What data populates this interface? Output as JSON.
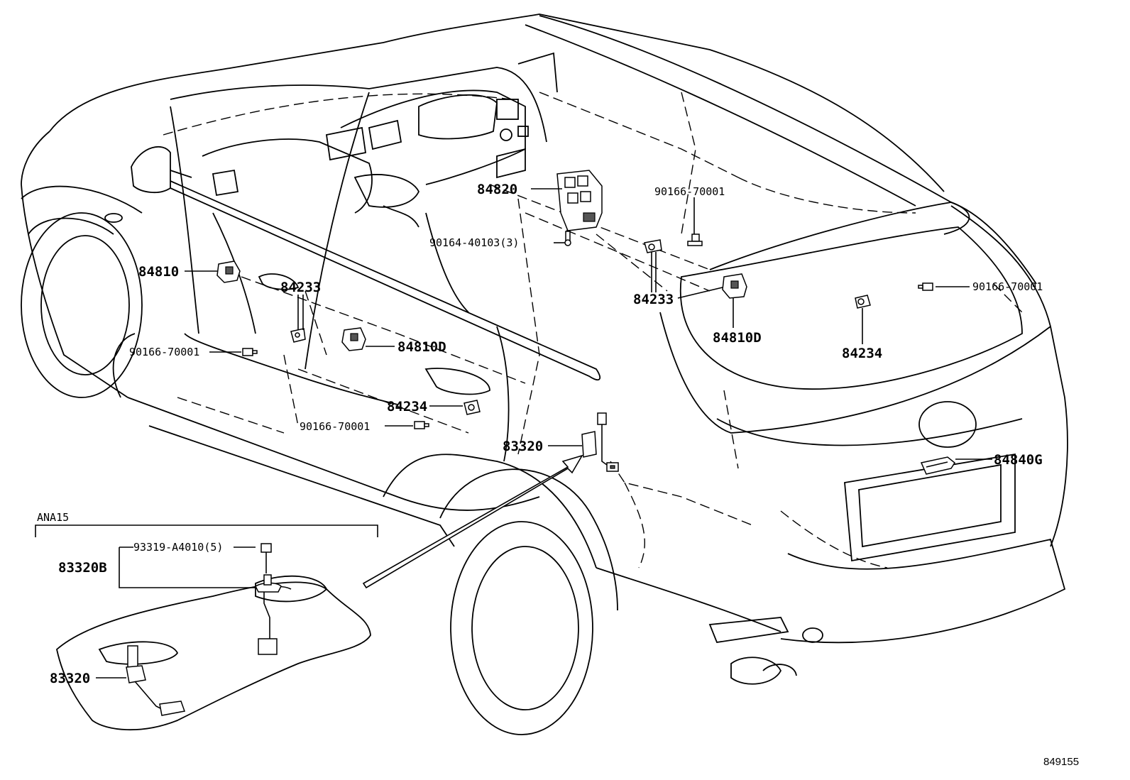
{
  "diagram": {
    "catalog_number": "849155",
    "variant_label": "ANA15"
  },
  "callouts": {
    "p84820": "84820",
    "p90166_top": "90166-70001",
    "p90164": "90164-40103(3)",
    "p84810": "84810",
    "p84233_left": "84233",
    "p84233_right": "84233",
    "p84810D_right": "84810D",
    "p90166_right": "90166-70001",
    "p84234_right": "84234",
    "p90166_left": "90166-70001",
    "p84810D_mid": "84810D",
    "p84234_mid": "84234",
    "p90166_mid": "90166-70001",
    "p83320_main": "83320",
    "p84840G": "84840G",
    "p93319": "93319-A4010(5)",
    "p83320B": "83320B",
    "p83320_inset": "83320"
  },
  "icons": [
    "switch-part-icon",
    "bolt-icon",
    "clip-icon",
    "sensor-icon",
    "lamp-icon"
  ]
}
